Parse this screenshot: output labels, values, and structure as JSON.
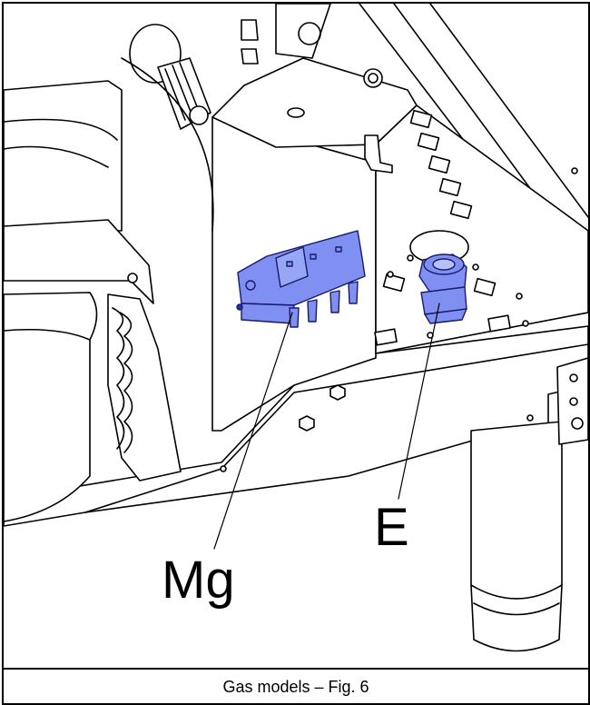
{
  "figure": {
    "caption": "Gas models – Fig. 6",
    "labels": {
      "mg": "Mg",
      "e": "E"
    },
    "highlight_color": "#7f8ff2",
    "line_color": "#000000",
    "background_color": "#ffffff"
  }
}
